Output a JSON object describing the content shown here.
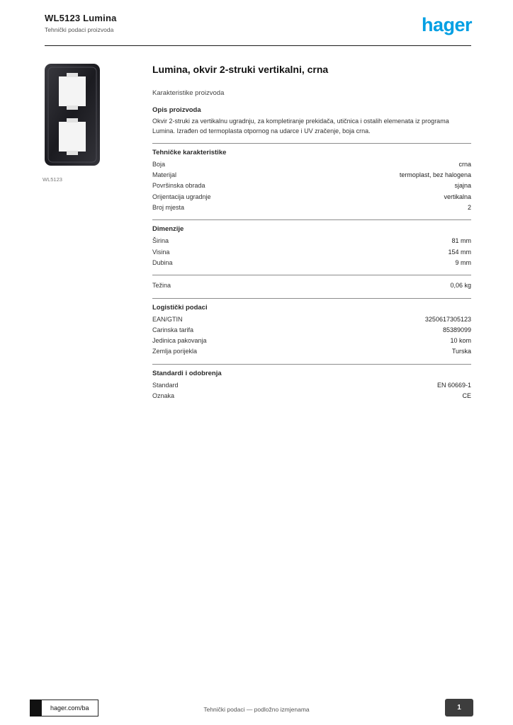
{
  "header": {
    "ref": "WL5123 Lumina",
    "subtitle": "Tehnički podaci proizvoda",
    "logo": "hager",
    "logo_color": "#009fe3"
  },
  "product": {
    "title": "Lumina, okvir 2-struki vertikalni, crna",
    "section_heading": "Karakteristike proizvoda",
    "image_caption": "WL5123",
    "image_icon": "frame-2gang-vertical-black"
  },
  "groups": [
    {
      "heading": "Opis proizvoda",
      "text": "Okvir 2-struki za vertikalnu ugradnju, za kompletiranje prekidača, utičnica i ostalih elemenata iz programa Lumina. Izrađen od termoplasta otpornog na udarce i UV zračenje, boja crna."
    },
    {
      "heading": "Tehničke karakteristike",
      "rows": [
        {
          "label": "Boja",
          "value": "crna"
        },
        {
          "label": "Materijal",
          "value": "termoplast, bez halogena"
        },
        {
          "label": "Površinska obrada",
          "value": "sjajna"
        },
        {
          "label": "Orijentacija ugradnje",
          "value": "vertikalna"
        },
        {
          "label": "Broj mjesta",
          "value": "2"
        }
      ]
    },
    {
      "heading": "Dimenzije",
      "rows": [
        {
          "label": "Širina",
          "value": "81 mm"
        },
        {
          "label": "Visina",
          "value": "154 mm"
        },
        {
          "label": "Dubina",
          "value": "9 mm"
        }
      ]
    },
    {
      "rows": [
        {
          "label": "Težina",
          "value": "0,06 kg"
        }
      ]
    },
    {
      "heading": "Logistički podaci",
      "rows": [
        {
          "label": "EAN/GTIN",
          "value": "3250617305123"
        },
        {
          "label": "Carinska tarifa",
          "value": "85389099"
        },
        {
          "label": "Jedinica pakovanja",
          "value": "10 kom"
        },
        {
          "label": "Zemlja porijekla",
          "value": "Turska"
        }
      ]
    },
    {
      "heading": "Standardi i odobrenja",
      "rows": [
        {
          "label": "Standard",
          "value": "EN 60669-1"
        },
        {
          "label": "Oznaka",
          "value": "CE"
        }
      ]
    }
  ],
  "footer": {
    "link": "hager.com/ba",
    "note": "Tehnički podaci — podložno izmjenama",
    "page": "1"
  }
}
